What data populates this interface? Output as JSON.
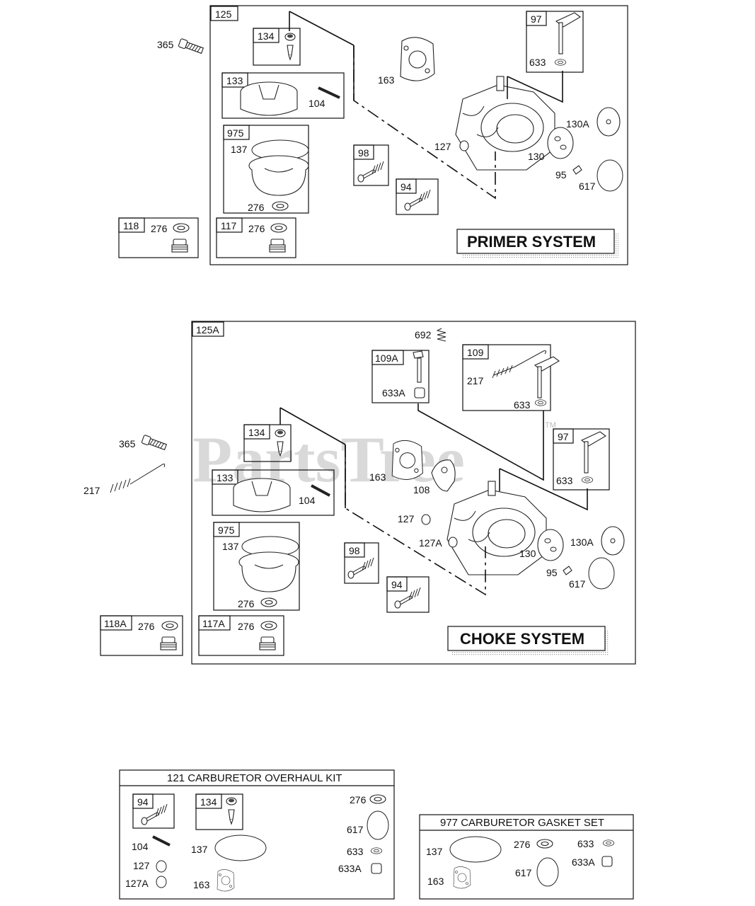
{
  "watermark": {
    "text": "PartsTree",
    "tm": "TM"
  },
  "primer_system": {
    "title": "PRIMER SYSTEM",
    "assembly": "125",
    "labels": {
      "p365": "365",
      "p134": "134",
      "p133": "133",
      "p104": "104",
      "p975": "975",
      "p137": "137",
      "p276": "276",
      "p118": "118",
      "p118_276": "276",
      "p117": "117",
      "p117_276": "276",
      "p163": "163",
      "p97": "97",
      "p633": "633",
      "p130A": "130A",
      "p127": "127",
      "p130": "130",
      "p98": "98",
      "p94": "94",
      "p95": "95",
      "p617": "617"
    }
  },
  "choke_system": {
    "title": "CHOKE SYSTEM",
    "assembly": "125A",
    "labels": {
      "p692": "692",
      "p109A": "109A",
      "p633A": "633A",
      "p109": "109",
      "p217": "217",
      "p633": "633",
      "p365": "365",
      "p217_outer": "217",
      "p134": "134",
      "p133": "133",
      "p104": "104",
      "p975": "975",
      "p137": "137",
      "p276": "276",
      "p118A": "118A",
      "p118A_276": "276",
      "p117A": "117A",
      "p117A_276": "276",
      "p163": "163",
      "p108": "108",
      "p97": "97",
      "p633_97": "633",
      "p127": "127",
      "p127A": "127A",
      "p130": "130",
      "p130A": "130A",
      "p95": "95",
      "p617": "617",
      "p98": "98",
      "p94": "94"
    }
  },
  "overhaul_kit": {
    "title": "121 CARBURETOR OVERHAUL KIT",
    "labels": {
      "p94": "94",
      "p134": "134",
      "p276": "276",
      "p617": "617",
      "p104": "104",
      "p137": "137",
      "p633": "633",
      "p127": "127",
      "p127A": "127A",
      "p163": "163",
      "p633A": "633A"
    }
  },
  "gasket_set": {
    "title": "977 CARBURETOR GASKET SET",
    "labels": {
      "p137": "137",
      "p276": "276",
      "p633": "633",
      "p633A": "633A",
      "p617": "617",
      "p163": "163"
    }
  }
}
